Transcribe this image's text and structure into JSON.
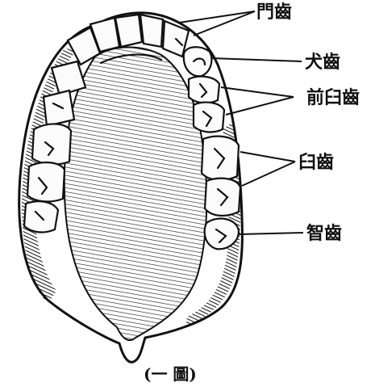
{
  "labels": {
    "incisors": "門齒",
    "canine": "犬齒",
    "premolars": "前臼齒",
    "molars": "臼齒",
    "wisdom": "智齒"
  },
  "caption": "(一  圖)"
}
